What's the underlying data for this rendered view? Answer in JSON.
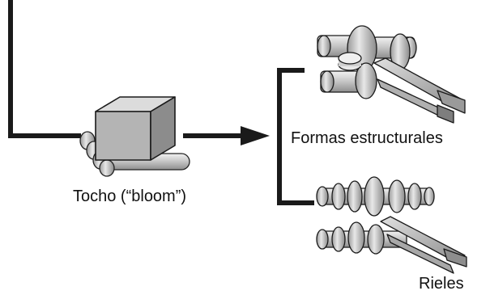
{
  "labels": {
    "bloom": "Tocho (“bloom”)",
    "structural": "Formas estructurales",
    "rails": "Rieles"
  },
  "colors": {
    "line": "#1a1a1a",
    "metal_light": "#e6e6e6",
    "metal_mid": "#bdbdbd",
    "metal_dark": "#8a8a8a",
    "block_top": "#dcdcdc",
    "block_front": "#a8a8a8",
    "block_side": "#8c8c8c"
  },
  "icons": [
    "bloom-block-icon",
    "roller-conveyor-icon",
    "structural-rolling-mill-icon",
    "rail-rolling-mill-icon"
  ]
}
